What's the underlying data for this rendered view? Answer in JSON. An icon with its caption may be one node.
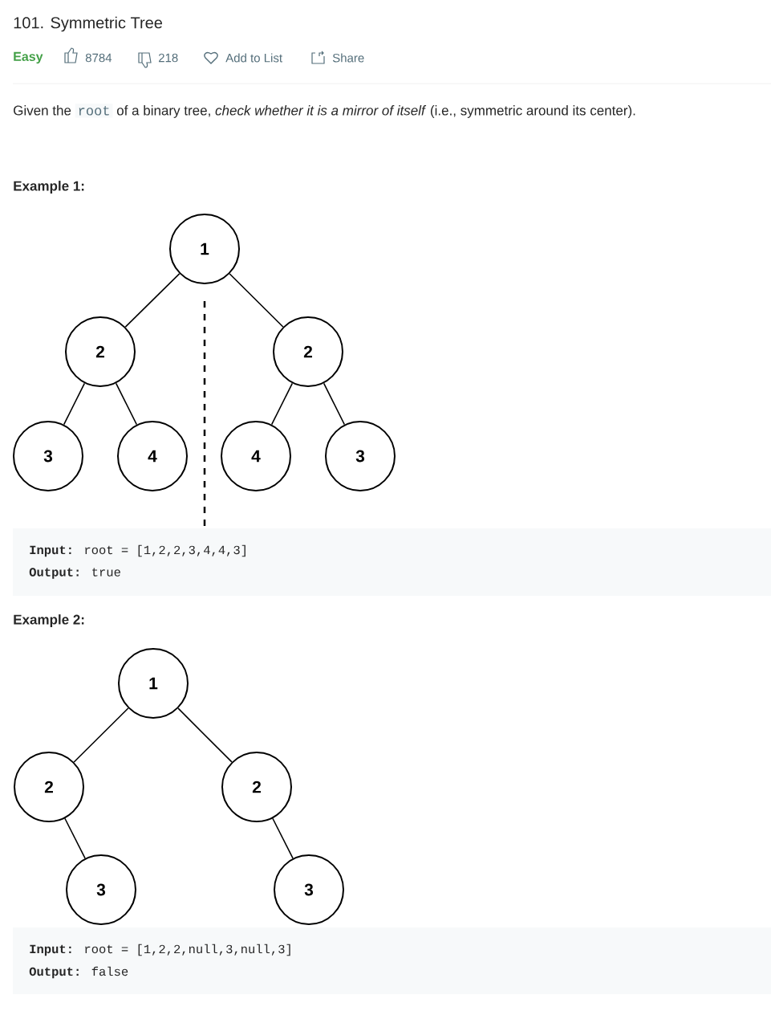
{
  "diagram": {
    "title": "101. Symmetric Tree",
    "nodes": [
      {
        "text": [
          "1"
        ]
      },
      {
        "text": [
          "2"
        ]
      },
      {
        "text": [
          "2"
        ]
      },
      {
        "text": [
          "3"
        ]
      },
      {
        "text": [
          "4"
        ]
      },
      {
        "text": [
          "4"
        ]
      },
      {
        "text": [
          "3"
        ]
      },
      {
        "text": [
          "1"
        ]
      },
      {
        "text": [
          "2"
        ]
      },
      {
        "text": [
          "2"
        ]
      },
      {
        "text": [
          "3"
        ]
      },
      {
        "text": [
          "3"
        ]
      }
    ],
    "edges": [
      {
        "from": 0,
        "to": 1,
        "arrow": "none"
      },
      {
        "from": 0,
        "to": 2,
        "arrow": "none"
      },
      {
        "from": 1,
        "to": 3,
        "arrow": "none"
      },
      {
        "from": 1,
        "to": 4,
        "arrow": "none"
      },
      {
        "from": 2,
        "to": 5,
        "arrow": "none"
      },
      {
        "from": 2,
        "to": 6,
        "arrow": "none"
      },
      {
        "from": 7,
        "to": 8,
        "arrow": "none"
      },
      {
        "from": 7,
        "to": 9,
        "arrow": "none"
      },
      {
        "from": 8,
        "to": 10,
        "arrow": "none"
      },
      {
        "from": 9,
        "to": 11,
        "arrow": "none"
      }
    ],
    "labels": [
      "Easy",
      "8784",
      "218",
      "Add to List",
      "Share",
      "Given the",
      "root",
      "of a binary tree, *check whether it is a mirror of itself* (i.e., symmetric around its center).",
      "Example 1:",
      "**Input:** root = [1,2,2,3,4,4,3]",
      "**Output:** true",
      "Example 2:",
      "**Input:** root = [1,2,2,null,3,null,3]",
      "**Output:** false"
    ]
  }
}
